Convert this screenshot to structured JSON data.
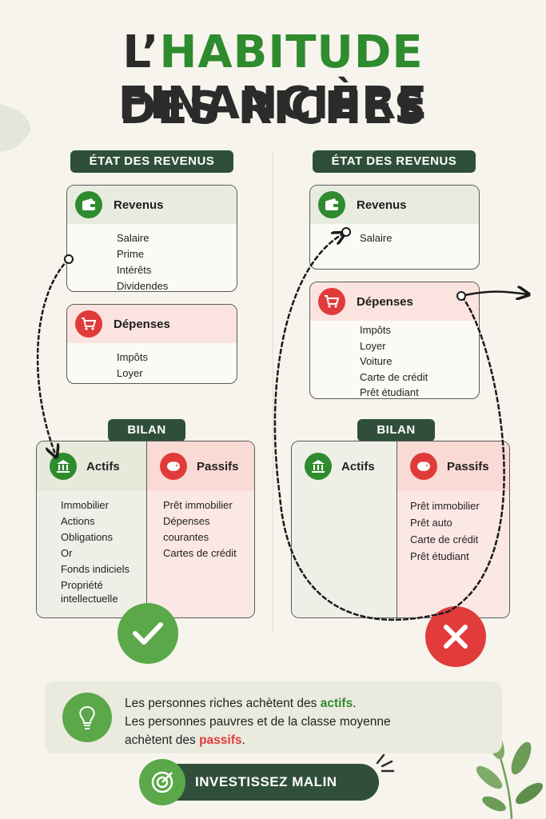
{
  "title": {
    "line1_pre": "L’",
    "line1_highlight": "HABITUDE",
    "line1_post": " FINANCIÈRE",
    "line2": "DES RICHES"
  },
  "left": {
    "income_label": "ÉTAT DES REVENUS",
    "revenus": {
      "title": "Revenus",
      "items": [
        "Salaire",
        "Prime",
        "Intérêts",
        "Dividendes"
      ]
    },
    "depenses": {
      "title": "Dépenses",
      "items": [
        "Impôts",
        "Loyer"
      ]
    },
    "bilan_label": "BILAN",
    "actifs": {
      "title": "Actifs",
      "items": [
        "Immobilier",
        "Actions",
        "Obligations",
        "Or",
        "Fonds indiciels",
        "Propriété",
        "intellectuelle"
      ]
    },
    "passifs": {
      "title": "Passifs",
      "items": [
        "Prêt immobilier",
        "Dépenses",
        "courantes",
        "Cartes de crédit"
      ]
    }
  },
  "right": {
    "income_label": "ÉTAT DES REVENUS",
    "revenus": {
      "title": "Revenus",
      "items": [
        "Salaire"
      ]
    },
    "depenses": {
      "title": "Dépenses",
      "items": [
        "Impôts",
        "Loyer",
        "Voiture",
        "Carte de crédit",
        "Prêt étudiant"
      ]
    },
    "bilan_label": "BILAN",
    "actifs": {
      "title": "Actifs",
      "items": []
    },
    "passifs": {
      "title": "Passifs",
      "items": [
        "Prêt immobilier",
        "Prêt auto",
        "Carte de crédit",
        "Prêt étudiant"
      ]
    }
  },
  "info": {
    "line1_pre": "Les personnes riches achètent des ",
    "line1_hl": "actifs",
    "line1_post": ".",
    "line2": "Les personnes pauvres et de la classe moyenne",
    "line3_pre": "achètent des ",
    "line3_hl": "passifs",
    "line3_post": "."
  },
  "cta": {
    "label": "INVESTISSEZ MALIN"
  },
  "colors": {
    "green": "#2e8b2e",
    "red": "#e03b3b",
    "dark": "#2f4f3a",
    "background": "#f6f4ec"
  }
}
